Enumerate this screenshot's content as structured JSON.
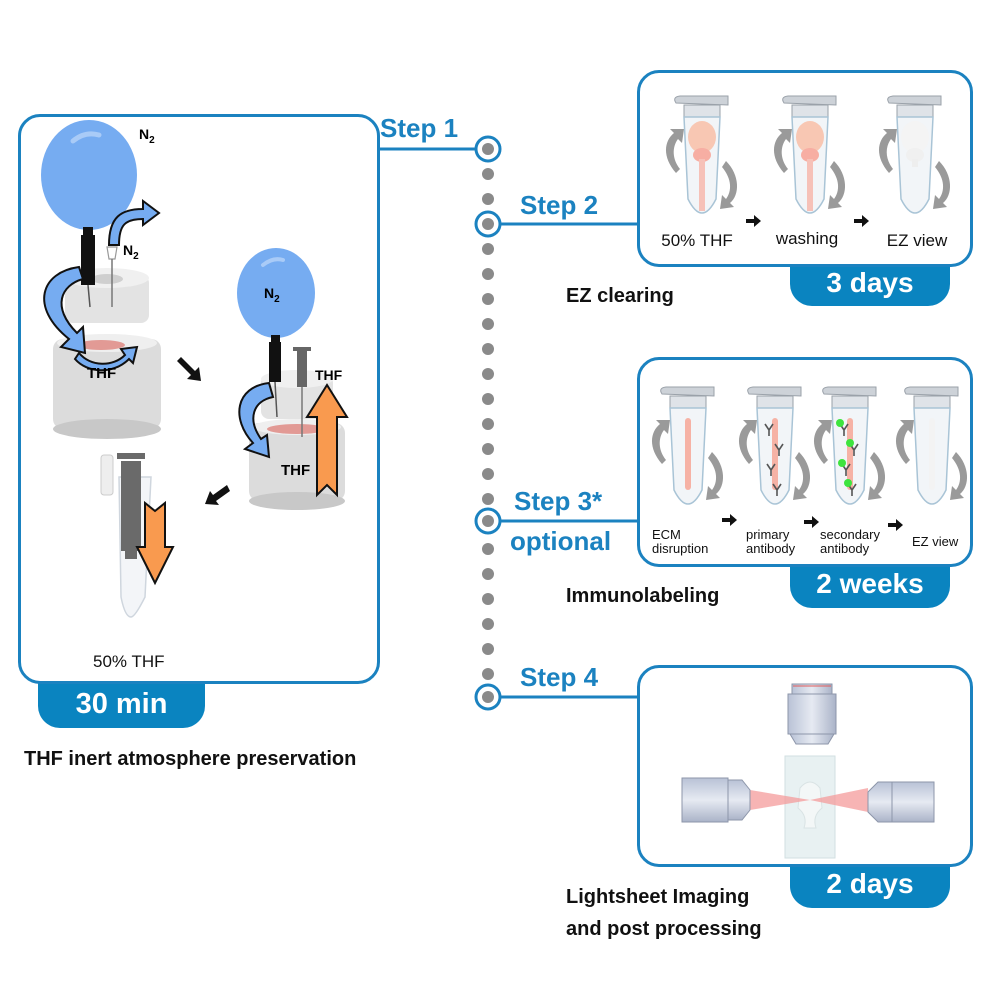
{
  "colors": {
    "accent": "#1b82c0",
    "badge": "#0a84c0",
    "balloon": "#76acf1",
    "orange_arrow": "#f99a4f",
    "dot": "#8a8a8a",
    "tissue": "#f6b2a5"
  },
  "step1": {
    "label": "Step 1",
    "balloon_gas": "N",
    "balloon_gas_sub": "2",
    "vent_gas": "N",
    "vent_gas_sub": "2",
    "vial_label_1": "THF",
    "vial_label_2": "THF",
    "syringe_label": "THF",
    "tube_label": "50% THF",
    "duration": "30 min",
    "caption": "THF inert atmosphere preservation"
  },
  "step2": {
    "label": "Step 2",
    "stages": [
      "50% THF",
      "washing",
      "EZ view"
    ],
    "duration": "3 days",
    "caption": "EZ clearing"
  },
  "step3": {
    "label": "Step 3*",
    "sublabel": "optional",
    "stages": [
      [
        "ECM",
        "disruption"
      ],
      [
        "primary",
        "antibody"
      ],
      [
        "secondary",
        "antibody"
      ],
      [
        "EZ view",
        ""
      ]
    ],
    "duration": "2 weeks",
    "caption": "Immunolabeling"
  },
  "step4": {
    "label": "Step 4",
    "duration": "2 days",
    "caption_line1": "Lightsheet Imaging",
    "caption_line2": "and post processing"
  }
}
